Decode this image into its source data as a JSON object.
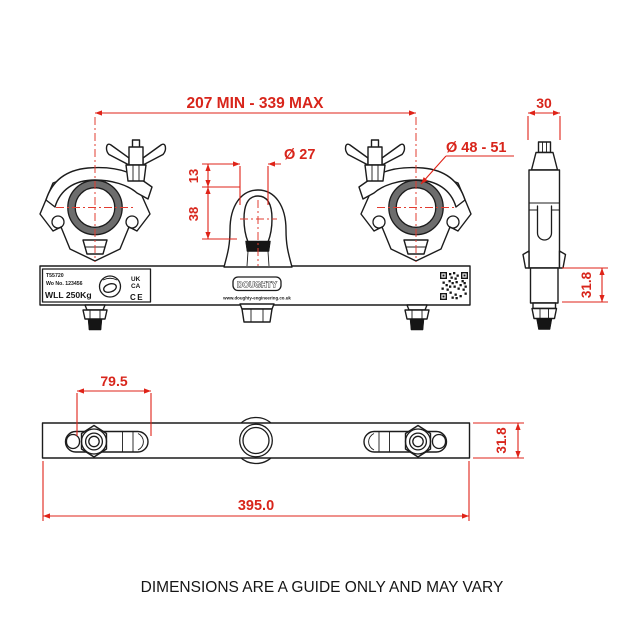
{
  "front_view": {
    "dim_span": "207 MIN - 339 MAX",
    "dim_eye_hole_dia": "Ø 27",
    "dim_eye_top_offset": "13",
    "dim_eye_height": "38",
    "dim_tube_dia": "Ø 48 - 51"
  },
  "side_view": {
    "dim_width": "30",
    "dim_bar_depth": "31.8"
  },
  "plan_view": {
    "dim_slot_travel": "79.5",
    "dim_overall_length": "395.0",
    "dim_bar_width": "31.8"
  },
  "label_plate": {
    "part_no": "T55720",
    "works_order": "Wo No. 123456",
    "wll": "WLL 250Kg",
    "ukca_top": "UK",
    "ukca_bottom": "CA",
    "ce_mark": "CE"
  },
  "branding": {
    "logo_text": "DOUGHTY",
    "website": "www.doughty-engineering.co.uk"
  },
  "footer": {
    "note": "DIMENSIONS ARE A GUIDE ONLY AND MAY VARY"
  },
  "colors": {
    "dimension_red": "#df2318",
    "line_black": "#1c1c1c",
    "tube_gray": "#6d6d6d",
    "background": "#ffffff"
  }
}
